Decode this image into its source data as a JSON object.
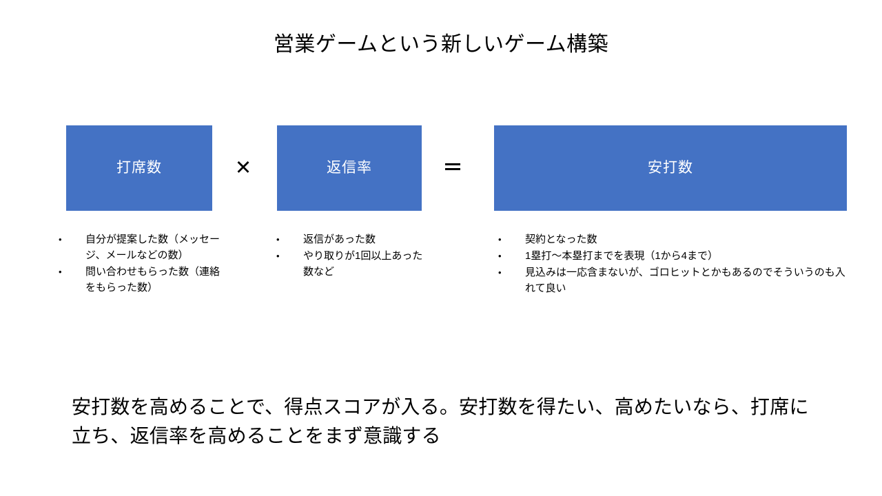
{
  "slide": {
    "title": "営業ゲームという新しいゲーム構築",
    "background_color": "#FFFFFF",
    "accent_color": "#4472C4",
    "text_color": "#000000",
    "box_text_color": "#FFFFFF"
  },
  "formula": {
    "boxes": [
      {
        "label": "打席数"
      },
      {
        "label": "返信率"
      },
      {
        "label": "安打数"
      }
    ],
    "operators": [
      {
        "symbol": "✕",
        "name": "multiply"
      },
      {
        "symbol": "＝",
        "name": "equals"
      }
    ]
  },
  "columns": [
    {
      "name": "at-bats",
      "items": [
        "自分が提案した数（メッセージ、メールなどの数）",
        "問い合わせもらった数（連絡をもらった数）"
      ]
    },
    {
      "name": "reply-rate",
      "items": [
        "返信があった数",
        "やり取りが1回以上あった数など"
      ]
    },
    {
      "name": "hits",
      "items": [
        "契約となった数",
        "1塁打〜本塁打までを表現（1から4まで）",
        "見込みは一応含まないが、ゴロヒットとかもあるのでそういうのも入れて良い"
      ]
    }
  ],
  "summary": {
    "text": "安打数を高めることで、得点スコアが入る。安打数を得たい、高めたいなら、打席に立ち、返信率を高めることをまず意識する"
  }
}
